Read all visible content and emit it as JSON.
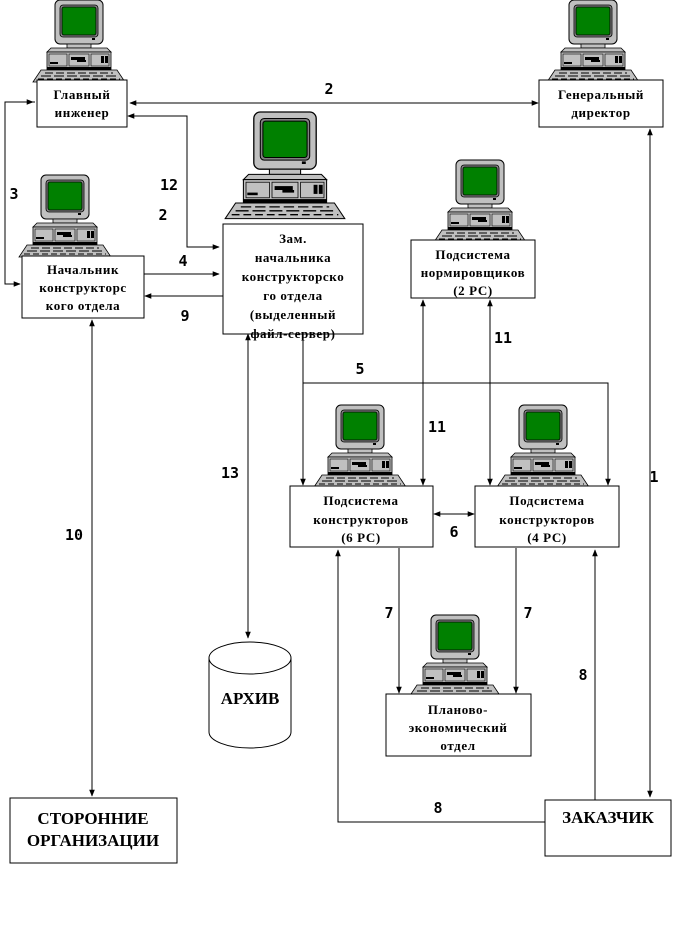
{
  "colors": {
    "screen": "#008000",
    "monitor": "#c0c0c0",
    "monitor_dark": "#808080",
    "line": "#000000",
    "background": "#ffffff"
  },
  "nodes": {
    "chief_engineer": [
      "Главный",
      "инженер"
    ],
    "general_director": [
      "Генеральный",
      "директор"
    ],
    "head_design_dept": [
      "Начальник",
      "конструкторс",
      "кого отдела"
    ],
    "deputy_head": [
      "Зам.",
      "начальника",
      "конструкторско",
      "го отдела",
      "(выделенный",
      "файл-сервер)"
    ],
    "norm_subsystem": [
      "Подсистема",
      "нормировщиков",
      "(2 РС)"
    ],
    "designers_6": [
      "Подсистема",
      "конструкторов",
      "(6 РС)"
    ],
    "designers_4": [
      "Подсистема",
      "конструкторов",
      "(4 РС)"
    ],
    "planning_dept": [
      "Планово-",
      "экономический",
      "отдел"
    ],
    "archive": "АРХИВ",
    "external_orgs": [
      "СТОРОННИЕ",
      "ОРГАНИЗАЦИИ"
    ],
    "customer": "ЗАКАЗЧИК"
  },
  "edge_labels": {
    "e1": "1",
    "e2_top": "2",
    "e2_left": "2",
    "e3": "3",
    "e4": "4",
    "e5": "5",
    "e6": "6",
    "e7_left": "7",
    "e7_right": "7",
    "e8_bottom": "8",
    "e8_right": "8",
    "e9": "9",
    "e10": "10",
    "e11_top": "11",
    "e11_mid": "11",
    "e12": "12",
    "e13": "13"
  }
}
